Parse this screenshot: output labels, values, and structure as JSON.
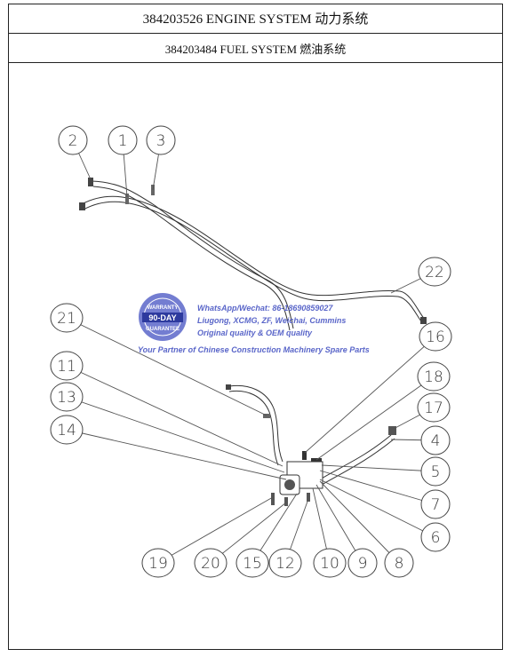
{
  "header": {
    "title": "384203526 ENGINE SYSTEM 动力系统",
    "subtitle": "384203484 FUEL SYSTEM 燃油系统"
  },
  "watermark": {
    "badge_top": "WARRANTY",
    "badge_days": "90-DAY",
    "badge_bottom": "GUARANTEE",
    "line1": "WhatsApp/Wechat: 86-18690859027",
    "line2": "Liugong, XCMG, ZF, Weichai, Cummins",
    "line3": "Original quality & OEM quality",
    "line4": "Your Partner of Chinese Construction Machinery Spare Parts",
    "color": "#5a66c9"
  },
  "callouts": [
    {
      "id": "c2",
      "label": "2"
    },
    {
      "id": "c1",
      "label": "1"
    },
    {
      "id": "c3",
      "label": "3"
    },
    {
      "id": "c22",
      "label": "22"
    },
    {
      "id": "c21",
      "label": "21"
    },
    {
      "id": "c16",
      "label": "16"
    },
    {
      "id": "c18",
      "label": "18"
    },
    {
      "id": "c17",
      "label": "17"
    },
    {
      "id": "c11",
      "label": "11"
    },
    {
      "id": "c13",
      "label": "13"
    },
    {
      "id": "c14",
      "label": "14"
    },
    {
      "id": "c4",
      "label": "4"
    },
    {
      "id": "c5",
      "label": "5"
    },
    {
      "id": "c7",
      "label": "7"
    },
    {
      "id": "c6",
      "label": "6"
    },
    {
      "id": "c19",
      "label": "19"
    },
    {
      "id": "c20",
      "label": "20"
    },
    {
      "id": "c15",
      "label": "15"
    },
    {
      "id": "c12",
      "label": "12"
    },
    {
      "id": "c10",
      "label": "10"
    },
    {
      "id": "c9",
      "label": "9"
    },
    {
      "id": "c8",
      "label": "8"
    }
  ]
}
